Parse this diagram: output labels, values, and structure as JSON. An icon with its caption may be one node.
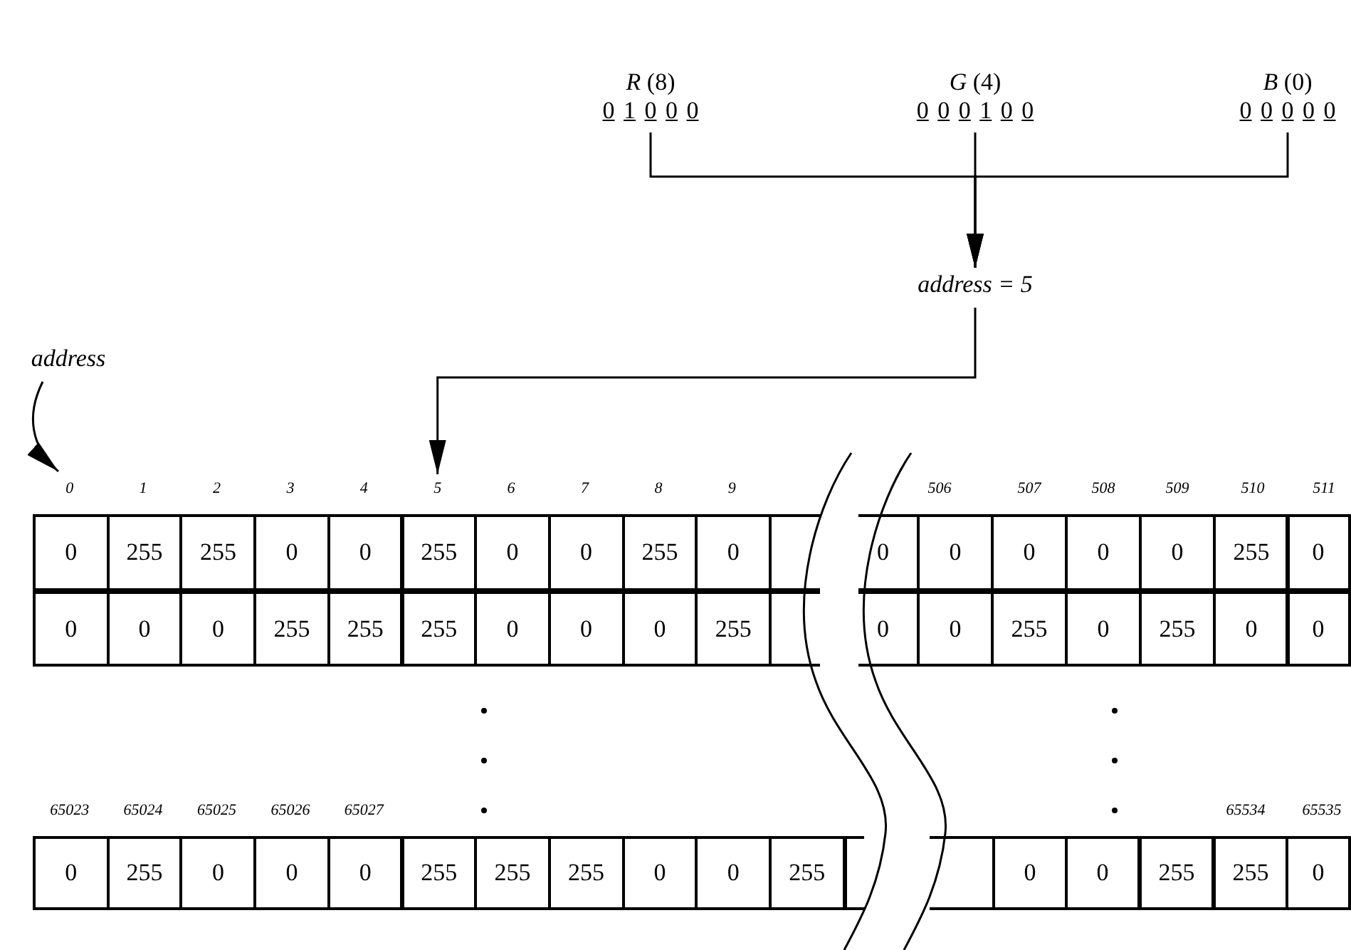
{
  "diagram": {
    "nodes": [
      {
        "text": [
          "*R* (8)",
          "0 1 0 0 0"
        ]
      },
      {
        "text": [
          "*G* (4)",
          "0 0 0 1 0 0"
        ]
      },
      {
        "text": [
          "*B* (0)",
          "0 0 0 0 0"
        ]
      },
      {
        "text": [
          "address = 5"
        ]
      },
      {
        "text": [
          "address"
        ]
      },
      {
        "text": [
          "0"
        ]
      },
      {
        "text": [
          "5"
        ]
      }
    ],
    "edges": [
      {
        "from": 0,
        "to": 3,
        "arrow": "to"
      },
      {
        "from": 1,
        "to": 3,
        "arrow": "to"
      },
      {
        "from": 2,
        "to": 3,
        "arrow": "to"
      },
      {
        "from": 3,
        "to": 6,
        "arrow": "to"
      },
      {
        "from": 4,
        "to": 5,
        "arrow": "to"
      }
    ],
    "labels": [
      "1",
      "2",
      "3",
      "4",
      "6",
      "7",
      "8",
      "9",
      "506",
      "507",
      "508",
      "509",
      "510",
      "511",
      "0",
      "255",
      "255",
      "0",
      "0",
      "255",
      "0",
      "0",
      "255",
      "0",
      "0",
      "0",
      "0",
      "0",
      "0",
      "255",
      "0",
      "0",
      "0",
      "0",
      "255",
      "255",
      "255",
      "0",
      "0",
      "0",
      "255",
      "0",
      "0",
      "255",
      "0",
      "255",
      "0",
      "0",
      "65023",
      "65024",
      "65025",
      "65026",
      "65027",
      "65534",
      "65535",
      "0",
      "255",
      "0",
      "0",
      "0",
      "255",
      "255",
      "255",
      "0",
      "0",
      "255",
      "0",
      "0",
      "255",
      "255",
      "0"
    ]
  }
}
